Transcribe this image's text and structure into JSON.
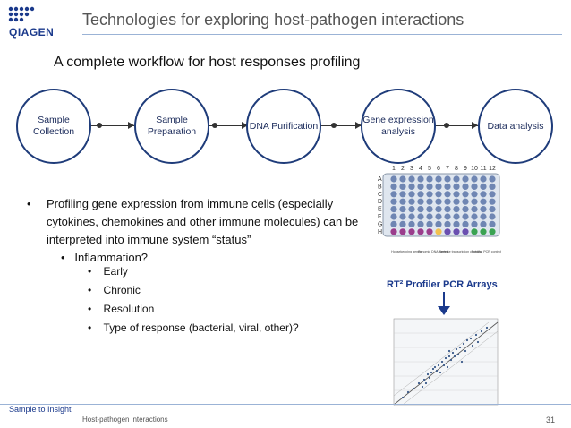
{
  "header": {
    "logo_text": "QIAGEN",
    "title": "Technologies for exploring host-pathogen interactions"
  },
  "subtitle": "A complete workflow for host responses profiling",
  "workflow": {
    "steps": [
      {
        "label": "Sample Collection"
      },
      {
        "label": "Sample Preparation"
      },
      {
        "label": "DNA Purification"
      },
      {
        "label": "Gene expression analysis"
      },
      {
        "label": "Data analysis"
      }
    ]
  },
  "bullets": {
    "main": "Profiling gene expression from immune cells (especially cytokines, chemokines and other immune molecules) can be interpreted into immune system “status”",
    "sub": "Inflammation?",
    "subsub": [
      "Early",
      "Chronic",
      "Resolution",
      "Type of response (bacterial, viral, other)?"
    ]
  },
  "plate": {
    "cols": [
      "1",
      "2",
      "3",
      "4",
      "5",
      "6",
      "7",
      "8",
      "9",
      "10",
      "11",
      "12"
    ],
    "rows": [
      "A",
      "B",
      "C",
      "D",
      "E",
      "F",
      "G",
      "H"
    ],
    "legend": [
      "Housekeeping genes",
      "Genomic DNA control",
      "Reverse transcription controls",
      "Positive PCR controls"
    ]
  },
  "rt2_label": "RT² Profiler PCR Arrays",
  "footer": {
    "brand": "Sample to Insight",
    "topic": "Host-pathogen interactions",
    "page": "31"
  },
  "colors": {
    "accent": "#1b3a8c",
    "node_border": "#1f3c7a"
  }
}
